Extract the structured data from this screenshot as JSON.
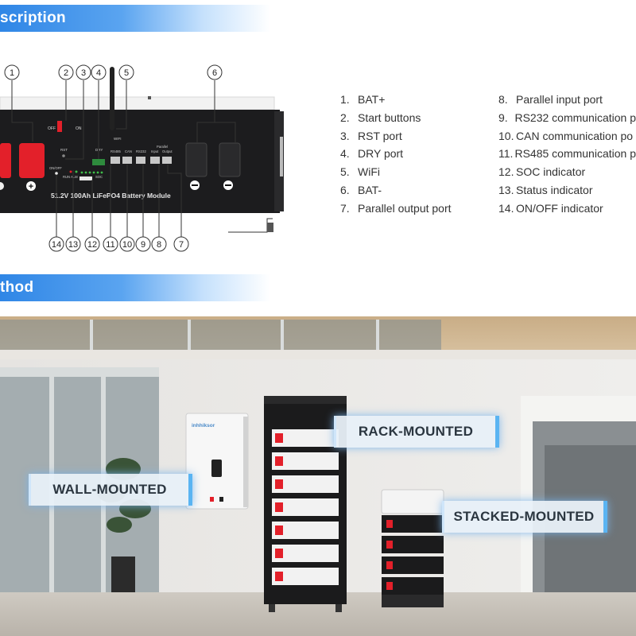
{
  "sections": {
    "description_title": "scription",
    "method_title": "thod"
  },
  "callouts": [
    "1",
    "2",
    "3",
    "4",
    "5",
    "6",
    "14",
    "13",
    "12",
    "11",
    "10",
    "9",
    "8",
    "7"
  ],
  "panel": {
    "switch_off": "OFF",
    "switch_on": "ON",
    "rst": "RST",
    "dry": "DRY",
    "wifi": "WIFI",
    "rs485": "RS485",
    "can": "CAN",
    "rs232": "RS232",
    "parallel": "Parallel",
    "input": "Input",
    "output": "Output",
    "on_off": "ON/OFF",
    "run": "RUN",
    "alm": "ALM",
    "soc": "SOC",
    "module_label": "51.2V 100Ah LiFePO4 Battery Module"
  },
  "legend_left": [
    {
      "num": "1.",
      "text": "BAT+"
    },
    {
      "num": "2.",
      "text": "Start buttons"
    },
    {
      "num": "3.",
      "text": "RST port"
    },
    {
      "num": "4.",
      "text": "DRY port"
    },
    {
      "num": "5.",
      "text": "WiFi"
    },
    {
      "num": "6.",
      "text": "BAT-"
    },
    {
      "num": "7.",
      "text": "Parallel output port"
    }
  ],
  "legend_right": [
    {
      "num": "8.",
      "text": "Parallel input port"
    },
    {
      "num": "9.",
      "text": "RS232 communication p"
    },
    {
      "num": "10.",
      "text": "CAN communication po"
    },
    {
      "num": "11.",
      "text": "RS485 communication p"
    },
    {
      "num": "12.",
      "text": "SOC indicator"
    },
    {
      "num": "13.",
      "text": "Status indicator"
    },
    {
      "num": "14.",
      "text": "ON/OFF indicator"
    }
  ],
  "scene": {
    "wall_brand": "inhhiksor",
    "wall_mounted": "WALL-MOUNTED",
    "rack_mounted": "RACK-MOUNTED",
    "stacked_mounted": "STACKED-MOUNTED"
  },
  "colors": {
    "accent": "#2f86e6",
    "terminal_red": "#e3202a",
    "panel_black": "#1c1c1e",
    "glow": "#5ab4f2"
  }
}
